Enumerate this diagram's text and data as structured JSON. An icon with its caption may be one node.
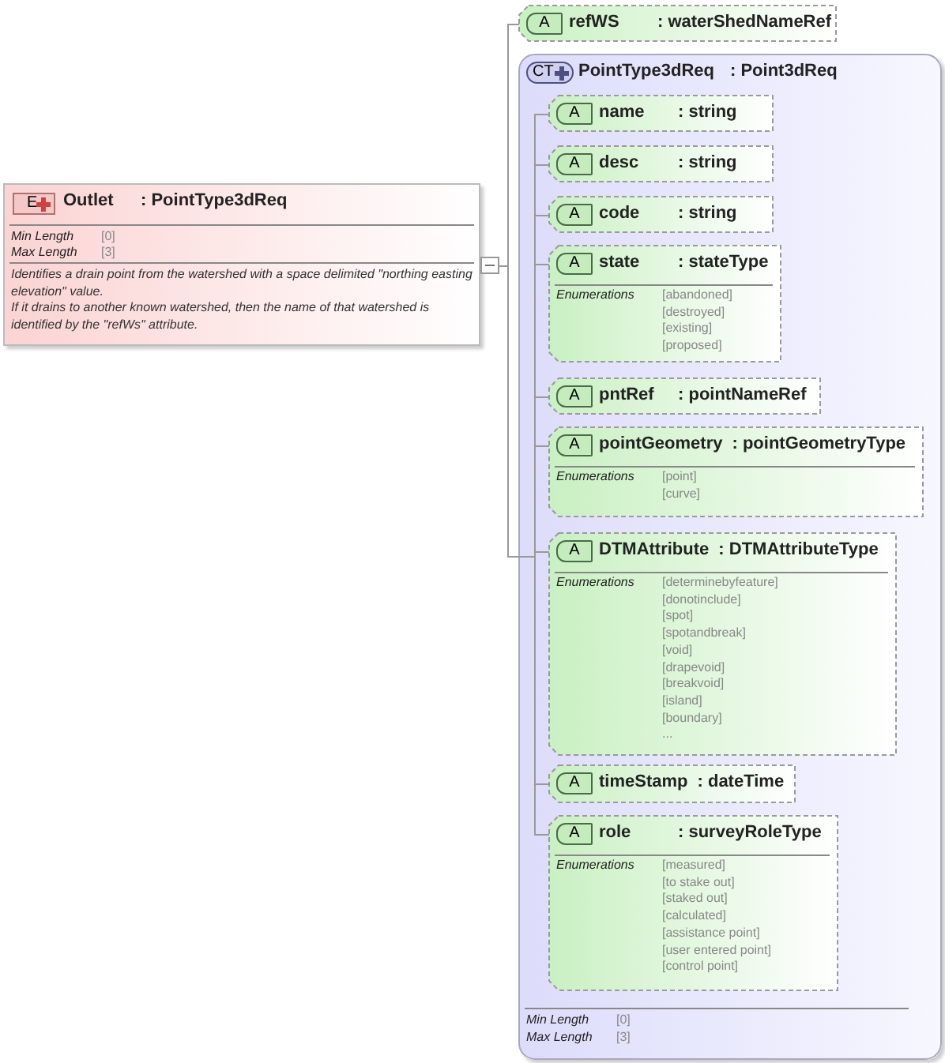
{
  "diagram": {
    "nodes": [
      {
        "text": [
          "E",
          "Outlet",
          ": PointType3dReq",
          "Min Length",
          "[0]",
          "Max Length",
          "[3]",
          "Identifies a drain point from the watershed with a space delimited \"northing easting elevation\" value.",
          "If it drains to another known watershed, then the name of that watershed is identified by the \"refWs\" attribute."
        ]
      },
      {
        "text": [
          "A",
          "refWS",
          ": waterShedNameRef"
        ]
      },
      {
        "text": [
          "CT",
          "PointType3dReq",
          ": Point3dReq",
          "Min Length",
          "[0]",
          "Max Length",
          "[3]"
        ]
      },
      {
        "text": [
          "A",
          "name",
          ": string"
        ],
        "in": 2
      },
      {
        "text": [
          "A",
          "desc",
          ": string"
        ],
        "in": 2
      },
      {
        "text": [
          "A",
          "code",
          ": string"
        ],
        "in": 2
      },
      {
        "text": [
          "A",
          "state",
          ": stateType",
          "Enumerations",
          "[abandoned]",
          "[destroyed]",
          "[existing]",
          "[proposed]"
        ],
        "in": 2
      },
      {
        "text": [
          "A",
          "pntRef",
          ": pointNameRef"
        ],
        "in": 2
      },
      {
        "text": [
          "A",
          "pointGeometry",
          ": pointGeometryType",
          "Enumerations",
          "[point]",
          "[curve]"
        ],
        "in": 2
      },
      {
        "text": [
          "A",
          "DTMAttribute",
          ": DTMAttributeType",
          "Enumerations",
          "[determinebyfeature]",
          "[donotinclude]",
          "[spot]",
          "[spotandbreak]",
          "[void]",
          "[drapevoid]",
          "[breakvoid]",
          "[island]",
          "[boundary]",
          "..."
        ],
        "in": 2
      },
      {
        "text": [
          "A",
          "timeStamp",
          ": dateTime"
        ],
        "in": 2
      },
      {
        "text": [
          "A",
          "role",
          ": surveyRoleType",
          "Enumerations",
          "[measured]",
          "[to stake out]",
          "[staked out]",
          "[calculated]",
          "[assistance point]",
          "[user entered point]",
          "[control point]"
        ],
        "in": 2
      }
    ],
    "edges": [
      {
        "from": 0,
        "to": 1,
        "arrow": "other"
      },
      {
        "from": 0,
        "to": 2,
        "arrow": "other"
      },
      {
        "from": 2,
        "to": 3,
        "arrow": "none"
      },
      {
        "from": 2,
        "to": 4,
        "arrow": "none"
      },
      {
        "from": 2,
        "to": 5,
        "arrow": "none"
      },
      {
        "from": 2,
        "to": 6,
        "arrow": "none"
      },
      {
        "from": 2,
        "to": 7,
        "arrow": "none"
      },
      {
        "from": 2,
        "to": 8,
        "arrow": "none"
      },
      {
        "from": 2,
        "to": 9,
        "arrow": "none"
      },
      {
        "from": 2,
        "to": 10,
        "arrow": "none"
      },
      {
        "from": 2,
        "to": 11,
        "arrow": "none"
      }
    ]
  }
}
